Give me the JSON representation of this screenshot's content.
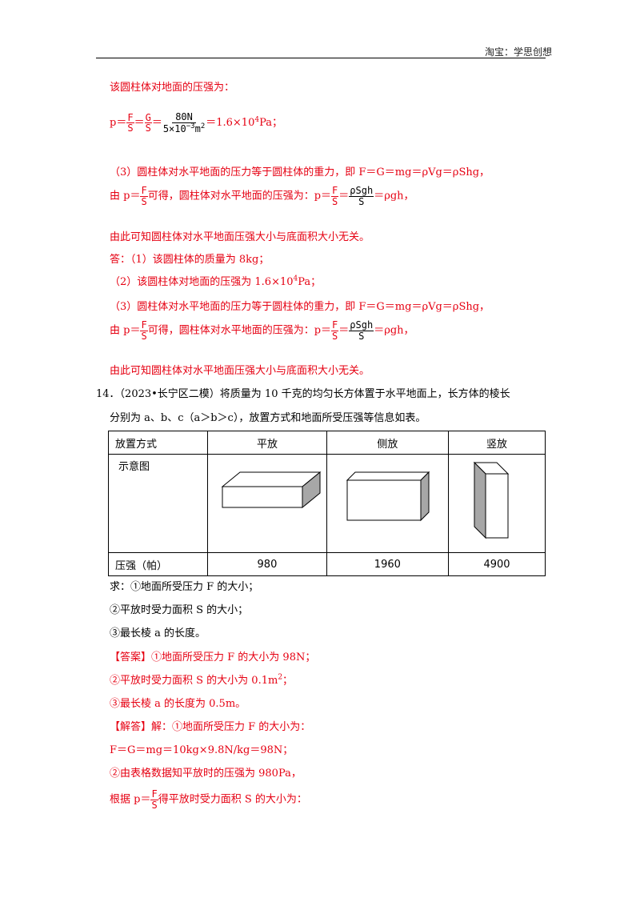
{
  "header": {
    "brand": "淘宝：学思创想"
  },
  "solution_top": {
    "l1": "该圆柱体对地面的压强为：",
    "l2": {
      "p": "p＝",
      "f1n": "F",
      "f1d": "S",
      "eq1": "＝",
      "f2n": "G",
      "f2d": "S",
      "eq2": "＝",
      "f3n": "80N",
      "f3d_pre": "5×10",
      "f3d_exp": "−3",
      "f3d_post": "m",
      "f3d_exp2": "2",
      "res": "＝1.6×10",
      "res_exp": "4",
      "res_unit": "Pa；"
    },
    "l3": "（3）圆柱体对水平地面的压力等于圆柱体的重力，即 F＝G＝mg＝ρVg＝ρShg，",
    "l4": {
      "pre": "由 p＝",
      "fn": "F",
      "fd": "S",
      "mid": "可得，圆柱体对水平地面的压强为：p＝",
      "gn": "F",
      "gd": "S",
      "eq": "＝",
      "hn": "ρSgh",
      "hd": "S",
      "res": "＝ρgh，"
    },
    "l5": "由此可知圆柱体对水平地面压强大小与底面积大小无关。"
  },
  "answer": {
    "a1": "答：（1）该圆柱体的质量为 8kg；",
    "a2_pre": "（2）该圆柱体对地面的压强为 1.6×10",
    "a2_exp": "4",
    "a2_post": "Pa；",
    "a3": "（3）圆柱体对水平地面的压力等于圆柱体的重力，即 F＝G＝mg＝ρVg＝ρShg，",
    "a4": {
      "pre": "由 p＝",
      "fn": "F",
      "fd": "S",
      "mid": "可得，圆柱体对水平地面的压强为：p＝",
      "gn": "F",
      "gd": "S",
      "eq": "＝",
      "hn": "ρSgh",
      "hd": "S",
      "res": "＝ρgh，"
    },
    "a5": "由此可知圆柱体对水平地面压强大小与底面积大小无关。"
  },
  "problem14": {
    "line1": "14．（2023•长宁区二模）将质量为 10 千克的均匀长方体置于水平地面上，长方体的棱长",
    "line2": "分别为 a、b、c（a＞b＞c），放置方式和地面所受压强等信息如表。",
    "table": {
      "headers": [
        "放置方式",
        "平放",
        "侧放",
        "竖放"
      ],
      "image_row_label": "示意图",
      "value_row_label": "压强（帕）",
      "values": [
        "980",
        "1960",
        "4900"
      ]
    },
    "q1": "求：①地面所受压力 F 的大小；",
    "q2": "②平放时受力面积 S 的大小；",
    "q3": "③最长棱 a 的长度。"
  },
  "answer14": {
    "r1": "【答案】①地面所受压力 F 的大小为 98N；",
    "r2_pre": "②平放时受力面积 S 的大小为 0.1m",
    "r2_exp": "2",
    "r2_post": "；",
    "r3": "③最长棱 a 的长度为 0.5m。",
    "s1": "【解答】解：①地面所受压力 F 的大小为：",
    "s2": "F＝G＝mg＝10kg×9.8N/kg＝98N；",
    "s3": "②由表格数据知平放时的压强为 980Pa，",
    "s4": {
      "pre": "根据 p＝",
      "fn": "F",
      "fd": "S",
      "post": "得平放时受力面积 S 的大小为："
    }
  }
}
